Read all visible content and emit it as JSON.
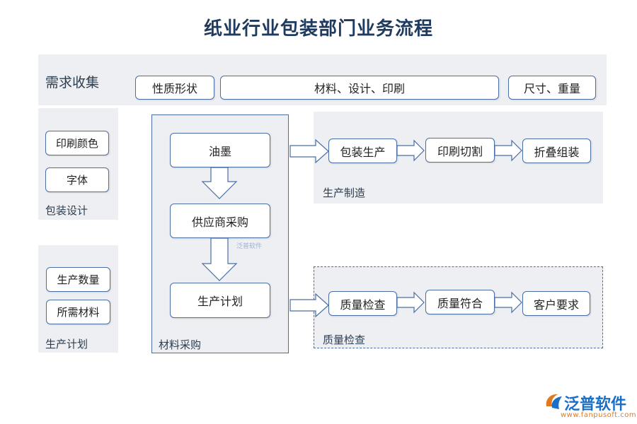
{
  "title": "纸业行业包装部门业务流程",
  "demand": {
    "label": "需求收集",
    "items": [
      "性质形状",
      "材料、设计、印刷",
      "尺寸、重量"
    ]
  },
  "packaging_design": {
    "label": "包装设计",
    "items": [
      "印刷颜色",
      "字体"
    ]
  },
  "production_plan_panel": {
    "label": "生产计划",
    "items": [
      "生产数量",
      "所需材料"
    ]
  },
  "material_purchase": {
    "label": "材料采购",
    "items": [
      "油墨",
      "供应商采购",
      "生产计划"
    ]
  },
  "manufacturing": {
    "label": "生产制造",
    "items": [
      "包装生产",
      "印刷切割",
      "折叠组装"
    ]
  },
  "quality_check": {
    "label": "质量检查",
    "items": [
      "质量检查",
      "质量符合",
      "客户要求"
    ]
  },
  "watermark": "泛普软件",
  "logo": {
    "name": "泛普软件",
    "url": "www.fanpusoft.com"
  },
  "colors": {
    "border": "#4a6fa5",
    "panel": "#eeeff2",
    "title": "#1f3a5f",
    "logo_blue": "#1a6fc9",
    "logo_orange": "#e07a1f"
  }
}
